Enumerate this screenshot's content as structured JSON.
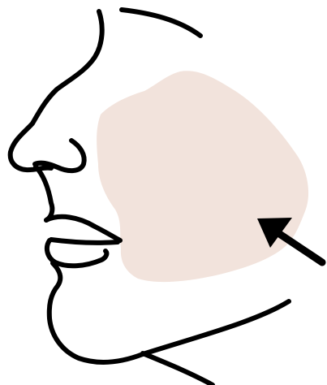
{
  "illustration": {
    "subject": "face-profile-line-art",
    "highlight_region": "cheek",
    "highlight_color": "#f2e3dc",
    "line_color": "#000000",
    "arrow_icon": "arrow-pointing-up-left"
  }
}
